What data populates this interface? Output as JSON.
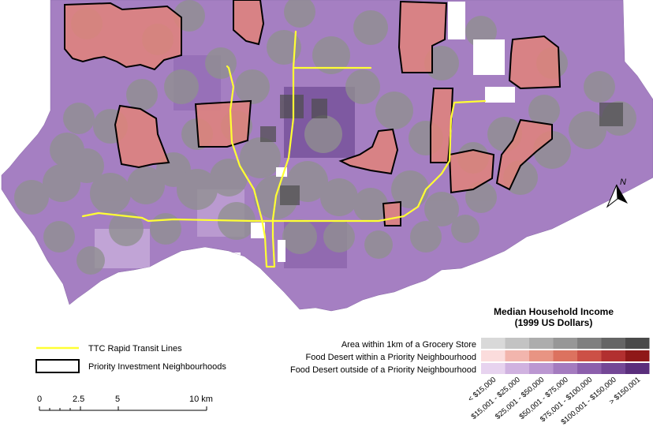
{
  "legend": {
    "title_line1": "Median Household Income",
    "title_line2": "(1999 US Dollars)",
    "rows": [
      {
        "label": "Area within 1km of a Grocery Store",
        "colors": [
          "#d9d9d9",
          "#c3c3c3",
          "#adadad",
          "#979797",
          "#7f7f7f",
          "#656565",
          "#4a4a4a"
        ]
      },
      {
        "label": "Food Desert within a Priority Neighbourhood",
        "colors": [
          "#fbdcdc",
          "#f2b5ad",
          "#e89483",
          "#dc725f",
          "#cc5046",
          "#b23030",
          "#8f1818"
        ]
      },
      {
        "label": "Food Desert outside of a Priority Neighbourhood",
        "colors": [
          "#e7d3ef",
          "#d0b2e0",
          "#bb97d1",
          "#a47bbf",
          "#8c5fac",
          "#744796",
          "#5a2e7c"
        ]
      }
    ],
    "income_classes": [
      "< $15,000",
      "$15,001 - $25,000",
      "$25,001 - $50,000",
      "$50,001 - $75,000",
      "$75,001 - $100,000",
      "$100,001 - $150,000",
      "> $150,001"
    ],
    "transit": {
      "label": "TTC Rapid Transit Lines",
      "color": "#ffff33"
    },
    "priority": {
      "label": "Priority Investment Neighbourhoods"
    }
  },
  "scale_bar": {
    "ticks": [
      "0",
      "2.5",
      "5",
      "10 km"
    ]
  },
  "north_arrow": {
    "label": "N"
  },
  "colors": {
    "base_purple": "#a57fc2",
    "grey_overlay": "#8f8f8f",
    "priority_fill": "#e0837a",
    "transit": "#ffff33"
  }
}
